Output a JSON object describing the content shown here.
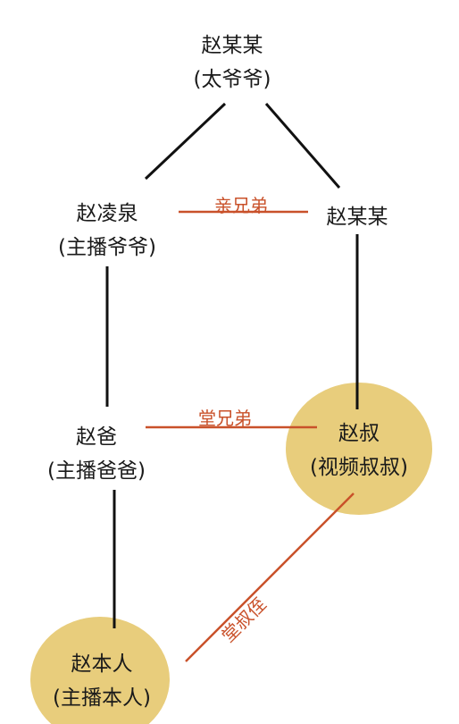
{
  "people": {
    "great_grandpa": {
      "name": "赵某某",
      "role": "(太爷爷)"
    },
    "grandpa": {
      "name": "赵凌泉",
      "role": "(主播爷爷)"
    },
    "granduncle": {
      "name": "赵某某"
    },
    "dad": {
      "name": "赵爸",
      "role": "(主播爸爸)"
    },
    "uncle": {
      "name": "赵叔",
      "role": "(视频叔叔)"
    },
    "self": {
      "name": "赵本人",
      "role": "(主播本人)"
    }
  },
  "relations": {
    "brothers": "亲兄弟",
    "cousins": "堂兄弟",
    "nephew": "堂叔侄"
  },
  "colors": {
    "highlight": "#e8cd7c",
    "relation": "#c9512a",
    "line": "#111111"
  }
}
